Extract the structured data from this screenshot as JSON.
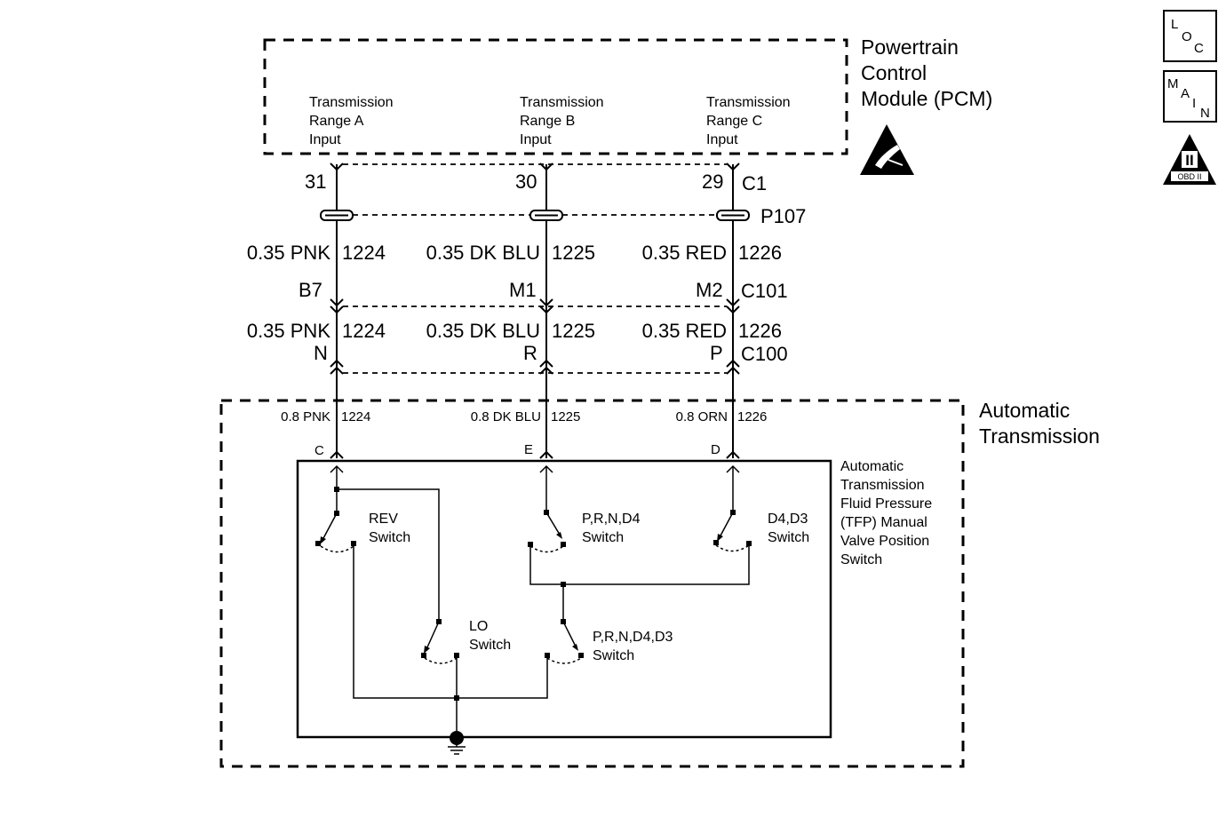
{
  "pcm": {
    "title_lines": [
      "Powertrain",
      "Control",
      "Module (PCM)"
    ],
    "inputs": [
      {
        "lines": [
          "Transmission",
          "Range A",
          "Input"
        ]
      },
      {
        "lines": [
          "Transmission",
          "Range B",
          "Input"
        ]
      },
      {
        "lines": [
          "Transmission",
          "Range C",
          "Input"
        ]
      }
    ],
    "pins": [
      "31",
      "30",
      "29"
    ],
    "connector": "C1"
  },
  "p107": "P107",
  "upper_wires": [
    {
      "gauge_color": "0.35 PNK",
      "circuit": "1224"
    },
    {
      "gauge_color": "0.35 DK BLU",
      "circuit": "1225"
    },
    {
      "gauge_color": "0.35 RED",
      "circuit": "1226"
    }
  ],
  "c101": {
    "pins": [
      "B7",
      "M1",
      "M2"
    ],
    "name": "C101"
  },
  "lower_wires": [
    {
      "gauge_color": "0.35 PNK",
      "circuit": "1224"
    },
    {
      "gauge_color": "0.35 DK BLU",
      "circuit": "1225"
    },
    {
      "gauge_color": "0.35 RED",
      "circuit": "1226"
    }
  ],
  "c100": {
    "pins": [
      "N",
      "R",
      "P"
    ],
    "name": "C100"
  },
  "trans": {
    "title_lines": [
      "Automatic",
      "Transmission"
    ],
    "wires": [
      {
        "gauge_color": "0.8 PNK",
        "circuit": "1224",
        "pin": "C"
      },
      {
        "gauge_color": "0.8 DK BLU",
        "circuit": "1225",
        "pin": "E"
      },
      {
        "gauge_color": "0.8 ORN",
        "circuit": "1226",
        "pin": "D"
      }
    ],
    "switch_title_lines": [
      "Automatic",
      "Transmission",
      "Fluid Pressure",
      "(TFP) Manual",
      "Valve Position",
      "Switch"
    ],
    "switches": {
      "rev": [
        "REV",
        "Switch"
      ],
      "prnd4": [
        "P,R,N,D4",
        "Switch"
      ],
      "d4d3": [
        "D4,D3",
        "Switch"
      ],
      "lo": [
        "LO",
        "Switch"
      ],
      "prnd4d3": [
        "P,R,N,D4,D3",
        "Switch"
      ]
    }
  },
  "icons": {
    "loc": [
      "L",
      "O",
      "C"
    ],
    "main": [
      "M",
      "A",
      "I",
      "N"
    ],
    "obd": {
      "roman": "II",
      "label": "OBD II"
    }
  }
}
